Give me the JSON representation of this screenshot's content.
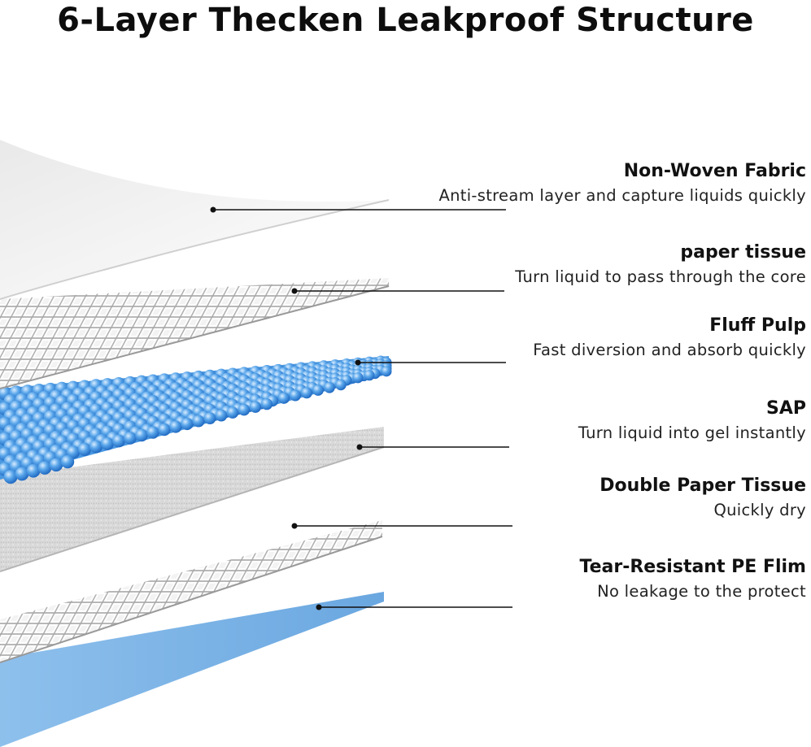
{
  "title": "6-Layer Thecken Leakproof Structure",
  "layers": [
    {
      "name": "Non-Woven Fabric",
      "description": "Anti-stream layer and capture liquids quickly"
    },
    {
      "name": "paper tissue",
      "description": "Turn liquid to pass through the core"
    },
    {
      "name": "Fluff Pulp",
      "description": "Fast diversion and absorb quickly"
    },
    {
      "name": "SAP",
      "description": "Turn liquid into gel instantly"
    },
    {
      "name": "Double Paper Tissue",
      "description": "Quickly dry"
    },
    {
      "name": "Tear-Resistant PE Flim",
      "description": "No leakage to the protect"
    }
  ],
  "colors": {
    "fabric": "#f2f2f2",
    "grid": "#a8a8a8",
    "sap_blue": "#4a98e0",
    "pulp_gray": "#d6d6d6",
    "film_blue": "#7ab3e4",
    "leader": "#111111"
  }
}
